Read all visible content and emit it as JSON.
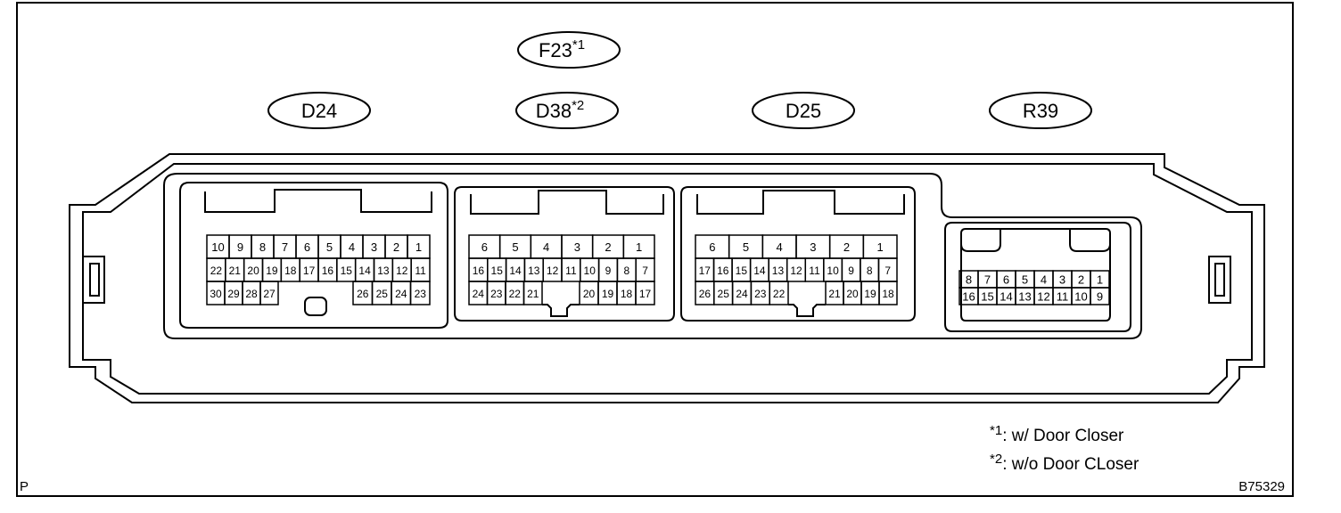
{
  "connectors": {
    "f23": {
      "label": "F23",
      "suffix": "*1"
    },
    "d24": {
      "label": "D24"
    },
    "d38": {
      "label": "D38",
      "suffix": "*2"
    },
    "d25": {
      "label": "D25"
    },
    "r39": {
      "label": "R39"
    }
  },
  "pins": {
    "d24": {
      "row1": [
        "10",
        "9",
        "8",
        "7",
        "6",
        "5",
        "4",
        "3",
        "2",
        "1"
      ],
      "row2": [
        "22",
        "21",
        "20",
        "19",
        "18",
        "17",
        "16",
        "15",
        "14",
        "13",
        "12",
        "11"
      ],
      "row3a": [
        "30",
        "29",
        "28",
        "27"
      ],
      "row3b": [
        "26",
        "25",
        "24",
        "23"
      ]
    },
    "d38": {
      "row1": [
        "6",
        "5",
        "4",
        "3",
        "2",
        "1"
      ],
      "row2": [
        "16",
        "15",
        "14",
        "13",
        "12",
        "11",
        "10",
        "9",
        "8",
        "7"
      ],
      "row3a": [
        "24",
        "23",
        "22",
        "21"
      ],
      "row3b": [
        "20",
        "19",
        "18",
        "17"
      ]
    },
    "d25": {
      "row1": [
        "6",
        "5",
        "4",
        "3",
        "2",
        "1"
      ],
      "row2": [
        "17",
        "16",
        "15",
        "14",
        "13",
        "12",
        "11",
        "10",
        "9",
        "8",
        "7"
      ],
      "row3a": [
        "26",
        "25",
        "24",
        "23",
        "22"
      ],
      "row3b": [
        "21",
        "20",
        "19",
        "18"
      ]
    },
    "r39": {
      "row1": [
        "8",
        "7",
        "6",
        "5",
        "4",
        "3",
        "2",
        "1"
      ],
      "row2": [
        "16",
        "15",
        "14",
        "13",
        "12",
        "11",
        "10",
        "9"
      ]
    }
  },
  "notes": {
    "n1": {
      "mark": "*1",
      "text": ": w/ Door Closer"
    },
    "n2": {
      "mark": "*2",
      "text": ": w/o Door CLoser"
    }
  },
  "corner_left": "P",
  "figure_id": "B75329"
}
